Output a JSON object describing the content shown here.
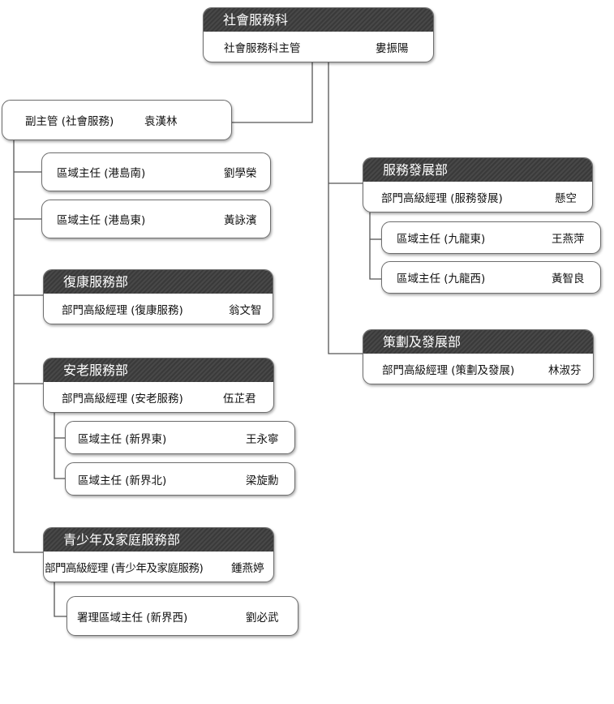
{
  "root": {
    "header": "社會服務科",
    "title": "社會服務科主管",
    "name": "婁振陽"
  },
  "deputy": {
    "title": "副主管 (社會服務)",
    "name": "袁漢林"
  },
  "district_hk_south": {
    "title": "區域主任 (港島南)",
    "name": "劉學榮"
  },
  "district_hk_east": {
    "title": "區域主任 (港島東)",
    "name": "黃詠濱"
  },
  "rehab": {
    "header": "復康服務部",
    "title": "部門高級經理 (復康服務)",
    "name": "翁文智"
  },
  "elderly": {
    "header": "安老服務部",
    "title": "部門高級經理 (安老服務)",
    "name": "伍芷君"
  },
  "district_nt_east": {
    "title": "區域主任 (新界東)",
    "name": "王永寧"
  },
  "district_nt_north": {
    "title": "區域主任 (新界北)",
    "name": "梁旋勳"
  },
  "youth": {
    "header": "青少年及家庭服務部",
    "title": "部門高級經理 (青少年及家庭服務)",
    "name": "鍾燕婷"
  },
  "district_nt_west": {
    "title": "署理區域主任 (新界西)",
    "name": "劉必武"
  },
  "service_dev": {
    "header": "服務發展部",
    "title": "部門高級經理 (服務發展)",
    "name": "懸空"
  },
  "district_kln_east": {
    "title": "區域主任 (九龍東)",
    "name": "王燕萍"
  },
  "district_kln_west": {
    "title": "區域主任 (九龍西)",
    "name": "黃智良"
  },
  "planning": {
    "header": "策劃及發展部",
    "title": "部門高級經理 (策劃及發展)",
    "name": "林淑芬"
  }
}
